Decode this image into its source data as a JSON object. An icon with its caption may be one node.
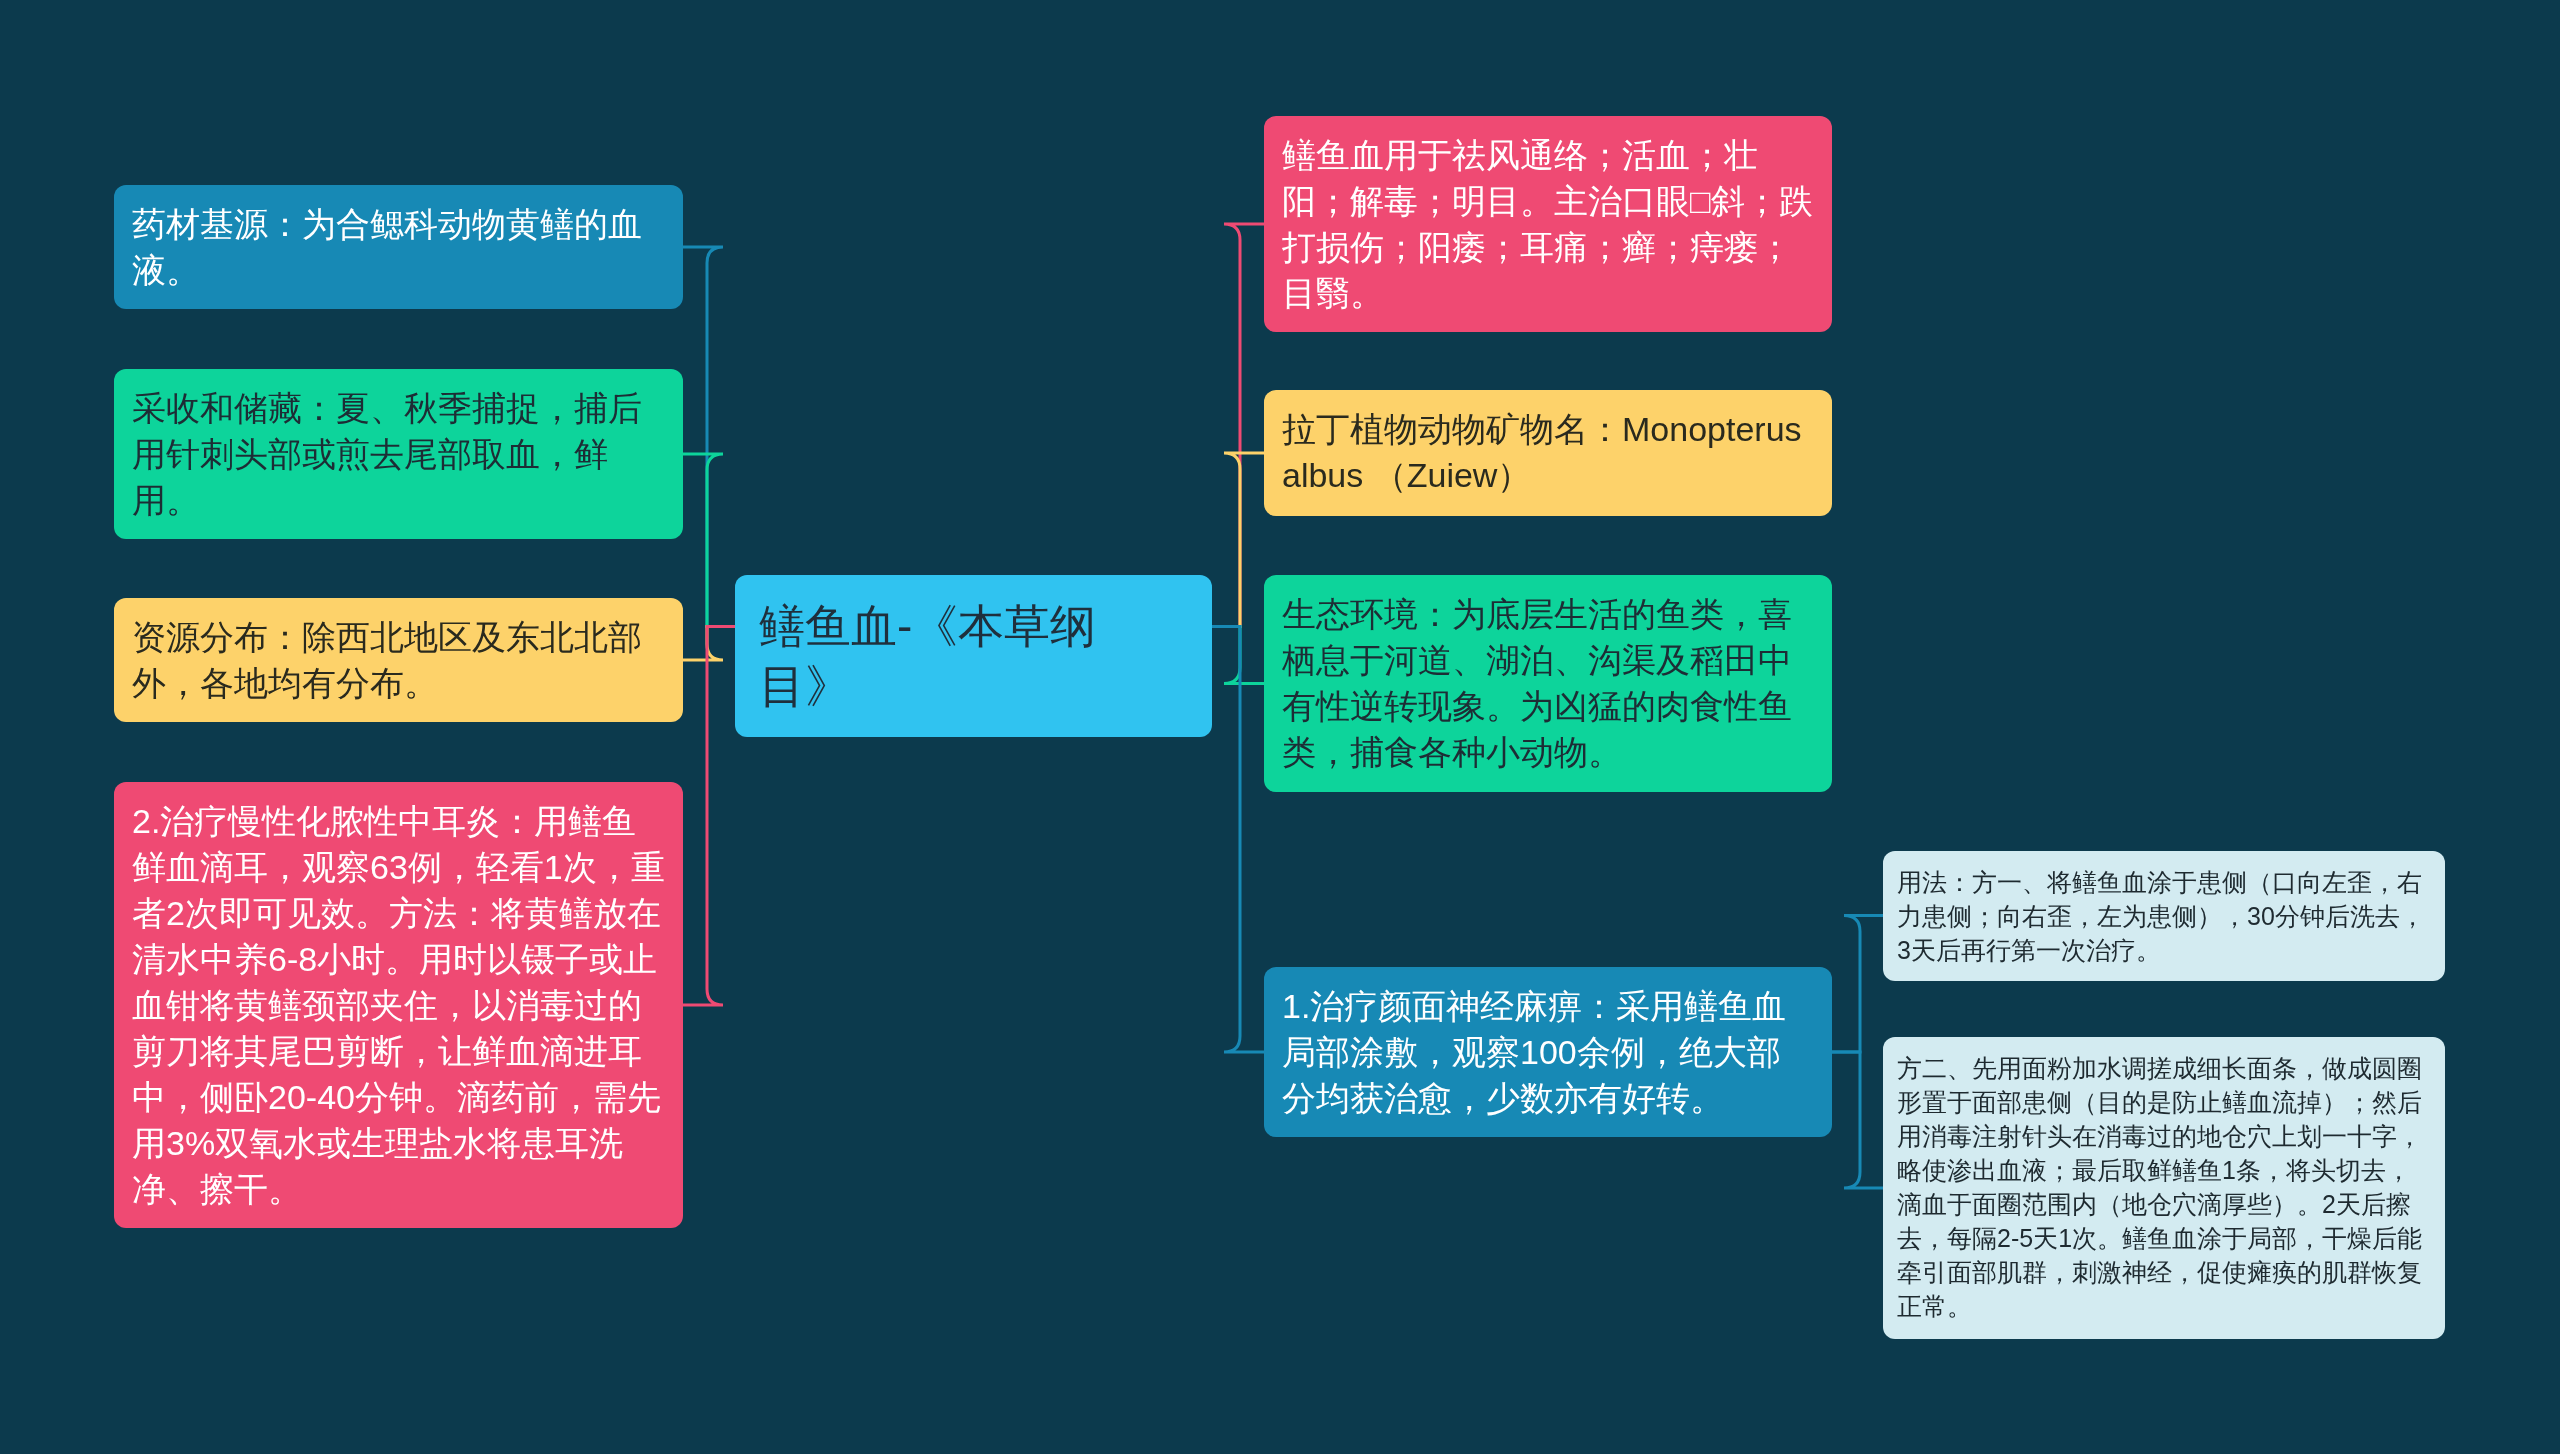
{
  "diagram": {
    "nodes": [
      {
        "text": [
          "鳝鱼血-《本草纲目》"
        ]
      },
      {
        "text": [
          "药材基源：为合鳃科动物黄鳝的血液。"
        ]
      },
      {
        "text": [
          "采收和储藏：夏、秋季捕捉，捕后用针刺头部或煎去尾部取血，鲜用。"
        ]
      },
      {
        "text": [
          "资源分布：除西北地区及东北北部外，各地均有分布。"
        ]
      },
      {
        "text": [
          "2.治疗慢性化脓性中耳炎：用鳝鱼鲜血滴耳，观察63例，轻看1次，重者2次即可见效。方法：将黄鳝放在清水中养6-8小时。用时以镊子或止血钳将黄鳝颈部夹住，以消毒过的剪刀将其尾巴剪断，让鲜血滴进耳中，侧卧20-40分钟。滴药前，需先用3%双氧水或生理盐水将患耳洗净、擦干。"
        ]
      },
      {
        "text": [
          "鳝鱼血用于祛风通络；活血；壮阳；解毒；明目。主治口眼□斜；跌打损伤；阳痿；耳痛；癣；痔瘘；目翳。"
        ]
      },
      {
        "text": [
          "拉丁植物动物矿物名：Monopterusalbus （Zuiew）"
        ]
      },
      {
        "text": [
          "生态环境：为底层生活的鱼类，喜栖息于河道、湖泊、沟渠及稻田中有性逆转现象。为凶猛的肉食性鱼类，捕食各种小动物。"
        ]
      },
      {
        "text": [
          "1.治疗颜面神经麻痹：采用鳝鱼血局部涂敷，观察100余例，绝大部分均获治愈，少数亦有好转。"
        ]
      },
      {
        "text": [
          "用法：方一、将鳝鱼血涂于患侧（口向左歪，右力患侧；向右歪，左为患侧），30分钟后洗去，3天后再行第一次治疗。"
        ]
      },
      {
        "text": [
          "方二、先用面粉加水调搓成细长面条，做成圆圈形置于面部患侧（目的是防止鳝血流掉）；然后用消毒注射针头在消毒过的地仓穴上划一十字，略使渗出血液；最后取鲜鳝鱼1条，将头切去，滴血于面圈范围内（地仓穴滴厚些）。2天后擦去，每隔2-5天1次。鳝鱼血涂于局部，干燥后能牵引面部肌群，刺激神经，促使瘫痪的肌群恢复正常。"
        ]
      }
    ],
    "edges": [
      {
        "from": 0,
        "to": 1,
        "arrow": "none",
        "color": "#1789b5"
      },
      {
        "from": 0,
        "to": 2,
        "arrow": "none",
        "color": "#0dd49b"
      },
      {
        "from": 0,
        "to": 3,
        "arrow": "none",
        "color": "#fdd26a"
      },
      {
        "from": 0,
        "to": 4,
        "arrow": "none",
        "color": "#ef4a73"
      },
      {
        "from": 0,
        "to": 5,
        "arrow": "none",
        "color": "#ef4a73"
      },
      {
        "from": 0,
        "to": 6,
        "arrow": "none",
        "color": "#fdd26a"
      },
      {
        "from": 0,
        "to": 7,
        "arrow": "none",
        "color": "#0dd49b"
      },
      {
        "from": 0,
        "to": 8,
        "arrow": "none",
        "color": "#1789b5"
      },
      {
        "from": 8,
        "to": 9,
        "arrow": "none",
        "color": "#1789b5"
      },
      {
        "from": 8,
        "to": 10,
        "arrow": "none",
        "color": "#1789b5"
      }
    ]
  }
}
